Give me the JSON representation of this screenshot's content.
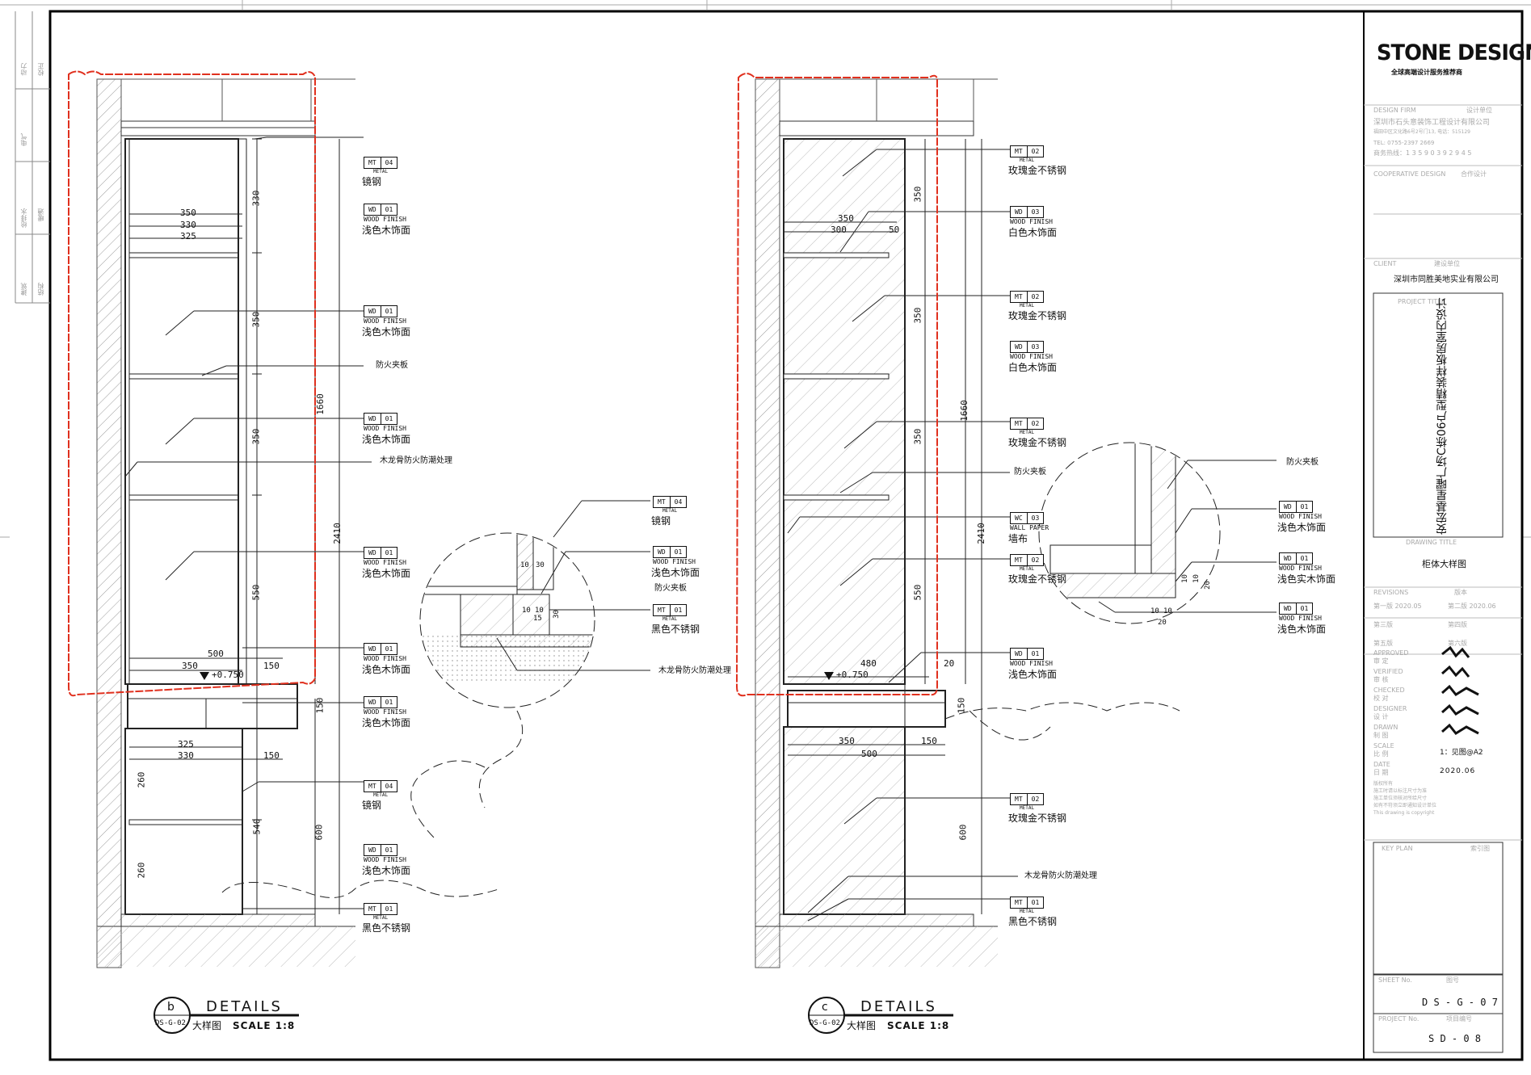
{
  "titleblock": {
    "logo": "STONE DESIGN",
    "logo_sub": "全球高端设计服务推荐商",
    "design_firm_en": "DESIGN FIRM",
    "design_firm_cn": "设计单位",
    "firm_name": "深圳市石头意装饰工程设计有限公司",
    "firm_address": "福田中区文化路6号2号门13,  电话：515129",
    "firm_tel": "TEL:  0755-2397 2669",
    "firm_hotline": "商务热线：1 3 5 9 0 3 9 2 9 4 5",
    "coop_en": "COOPERATIVE DESIGN",
    "coop_cn": "合作设计",
    "client_en": "CLIENT",
    "client_cn": "建设单位",
    "client_name": "深圳市同胜美地实业有限公司",
    "project_title_en": "PROJECT TITLE",
    "project_title": "安宏基星曜广场C栋06户型精装样板房室内设计",
    "drawing_title_en": "DRAWING TITLE",
    "drawing_title": "柜体大样图",
    "revisions_en": "REVISIONS",
    "revisions_cn": "版本",
    "rev1": "第一版  2020.05",
    "rev2": "第二版  2020.06",
    "rev3": "第三版",
    "rev4": "第四版",
    "rev5": "第五版",
    "rev6": "第六版",
    "approved": "APPROVED",
    "approved_cn": "审  定",
    "verified": "VERIFIED",
    "verified_cn": "审  核",
    "checked": "CHECKED",
    "checked_cn": "校  对",
    "designer": "DESIGNER",
    "designer_cn": "设  计",
    "drawn": "DRAWN",
    "drawn_cn": "制  图",
    "scale": "SCALE",
    "scale_cn": "比  例",
    "scale_val": "1：见图@A2",
    "date": "DATE",
    "date_cn": "日  期",
    "date_val": "2020.06",
    "copyright1": "版权所有",
    "copyright2": "施工时请以标注尺寸为准",
    "copyright3": "施工单位须核对所给尺寸",
    "copyright4": "如有不符须立即通知设计单位",
    "copyright5": "This drawing is copyright",
    "keyplan_en": "KEY  PLAN",
    "keyplan_cn": "索引图",
    "sheet_en": "SHEET No.",
    "sheet_cn": "图号",
    "sheet_no": "D S - G - 0 7",
    "project_no_en": "PROJECT No.",
    "project_no_cn": "项目编号",
    "project_no": "S D - 0 8"
  },
  "left_strip": [
    "动力",
    "给排水",
    "电气",
    "暖通",
    "建筑",
    "结构",
    "校正"
  ],
  "detail_b": {
    "letter": "b",
    "ref": "DS-G-02",
    "title": "DETAILS",
    "subtitle": "大样图",
    "scale": "SCALE 1:8"
  },
  "detail_c": {
    "letter": "c",
    "ref": "DS-G-02",
    "title": "DETAILS",
    "subtitle": "大样图",
    "scale": "SCALE 1:8"
  },
  "tags_b": [
    {
      "code": "MT",
      "num": "04",
      "en": "METAL",
      "cn": "镜钢"
    },
    {
      "code": "WD",
      "num": "01",
      "en": "WOOD FINISH",
      "cn": "浅色木饰面"
    },
    {
      "code": "WD",
      "num": "01",
      "en": "WOOD FINISH",
      "cn": "浅色木饰面"
    },
    {
      "code": "WD",
      "num": "01",
      "en": "WOOD FINISH",
      "cn": "浅色木饰面"
    },
    {
      "code": "WD",
      "num": "01",
      "en": "WOOD FINISH",
      "cn": "浅色木饰面"
    },
    {
      "code": "WD",
      "num": "01",
      "en": "WOOD FINISH",
      "cn": "浅色木饰面"
    },
    {
      "code": "WD",
      "num": "01",
      "en": "WOOD FINISH",
      "cn": "浅色木饰面"
    },
    {
      "code": "MT",
      "num": "04",
      "en": "METAL",
      "cn": "镜钢"
    },
    {
      "code": "WD",
      "num": "01",
      "en": "WOOD FINISH",
      "cn": "浅色木饰面"
    },
    {
      "code": "MT",
      "num": "01",
      "en": "METAL",
      "cn": "黑色不锈钢"
    }
  ],
  "tags_mid": [
    {
      "code": "MT",
      "num": "04",
      "en": "METAL",
      "cn": "镜钢"
    },
    {
      "code": "WD",
      "num": "01",
      "en": "WOOD FINISH",
      "cn": "浅色木饰面"
    },
    {
      "code": "MT",
      "num": "01",
      "en": "METAL",
      "cn": "黑色不锈钢"
    }
  ],
  "tags_c": [
    {
      "code": "MT",
      "num": "02",
      "en": "METAL",
      "cn": "玫瑰金不锈钢"
    },
    {
      "code": "WD",
      "num": "03",
      "en": "WOOD FINISH",
      "cn": "白色木饰面"
    },
    {
      "code": "MT",
      "num": "02",
      "en": "METAL",
      "cn": "玫瑰金不锈钢"
    },
    {
      "code": "WD",
      "num": "03",
      "en": "WOOD FINISH",
      "cn": "白色木饰面"
    },
    {
      "code": "MT",
      "num": "02",
      "en": "METAL",
      "cn": "玫瑰金不锈钢"
    },
    {
      "code": "WC",
      "num": "03",
      "en": "WALL PAPER",
      "cn": "墙布"
    },
    {
      "code": "MT",
      "num": "02",
      "en": "METAL",
      "cn": "玫瑰金不锈钢"
    },
    {
      "code": "WD",
      "num": "01",
      "en": "WOOD FINISH",
      "cn": "浅色木饰面"
    },
    {
      "code": "MT",
      "num": "02",
      "en": "METAL",
      "cn": "玫瑰金不锈钢"
    },
    {
      "code": "MT",
      "num": "01",
      "en": "METAL",
      "cn": "黑色不锈钢"
    }
  ],
  "tags_right": [
    {
      "code": "WD",
      "num": "01",
      "en": "WOOD FINISH",
      "cn": "浅色木饰面"
    },
    {
      "code": "WD",
      "num": "01",
      "en": "WOOD FINISH",
      "cn": "浅色实木饰面"
    },
    {
      "code": "WD",
      "num": "01",
      "en": "WOOD FINISH",
      "cn": "浅色木饰面"
    }
  ],
  "notes": {
    "fire_board": "防火夹板",
    "keel": "木龙骨防火防潮处理",
    "level": "+0.750"
  },
  "dims_b": [
    "350",
    "330",
    "325",
    "330",
    "350",
    "350",
    "550",
    "1660",
    "2410",
    "500",
    "350",
    "150",
    "150",
    "325",
    "330",
    "150",
    "260",
    "540",
    "260",
    "600",
    "10",
    "10"
  ],
  "dims_c": [
    "350",
    "300",
    "50",
    "350",
    "350",
    "350",
    "550",
    "1660",
    "2410",
    "480",
    "20",
    "150",
    "350",
    "500",
    "150",
    "600",
    "10"
  ],
  "dims_mid": [
    "10",
    "30",
    "10",
    "10",
    "15",
    "30"
  ],
  "dims_right": [
    "10",
    "10",
    "20",
    "10",
    "10",
    "20"
  ]
}
